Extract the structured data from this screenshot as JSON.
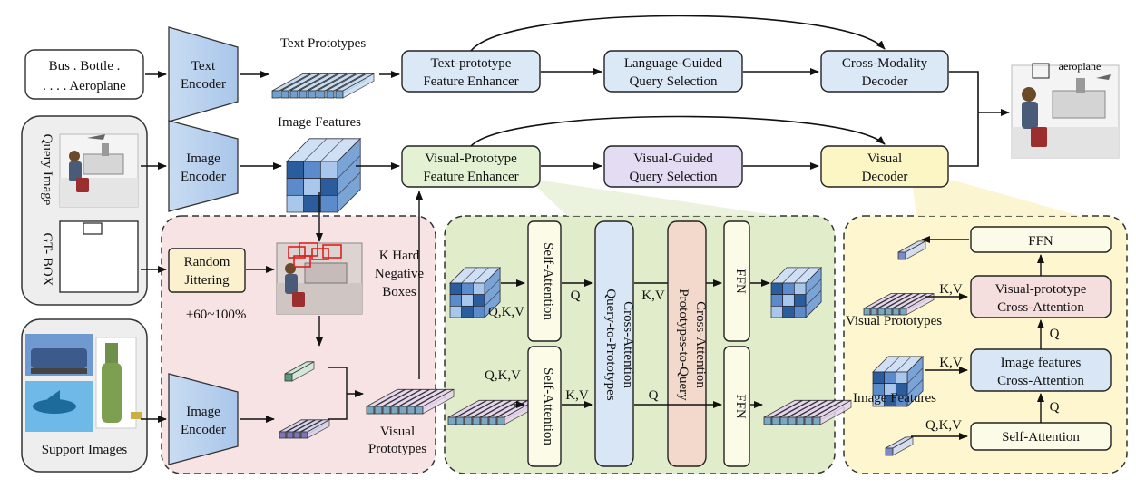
{
  "input_text": {
    "line1": "Bus . Bottle .",
    "line2": ". . . . Aeroplane"
  },
  "text_encoder": {
    "line1": "Text",
    "line2": "Encoder"
  },
  "image_encoder_top": {
    "line1": "Image",
    "line2": "Encoder"
  },
  "image_encoder_bottom": {
    "line1": "Image",
    "line2": "Encoder"
  },
  "text_prototypes_label": "Text Prototypes",
  "image_features_label": "Image Features",
  "text_enhancer": {
    "line1": "Text-prototype",
    "line2": "Feature Enhancer"
  },
  "lang_query": {
    "line1": "Language-Guided",
    "line2": "Query Selection"
  },
  "cross_modality": {
    "line1": "Cross-Modality",
    "line2": "Decoder"
  },
  "visual_enhancer": {
    "line1": "Visual-Prototype",
    "line2": "Feature Enhancer"
  },
  "visual_query": {
    "line1": "Visual-Guided",
    "line2": "Query Selection"
  },
  "visual_decoder": {
    "line1": "Visual",
    "line2": "Decoder"
  },
  "query_image_label": "Query Image",
  "gt_box_label": "GT- BOX",
  "support_images_label": "Support Images",
  "random_jittering": {
    "line1": "Random",
    "line2": "Jittering"
  },
  "jitter_range": "±60~100%",
  "hard_negatives": {
    "line1": "K Hard",
    "line2": "Negative",
    "line3": "Boxes"
  },
  "visual_prototypes_label": {
    "line1": "Visual",
    "line2": "Prototypes"
  },
  "output_label": "aeroplane",
  "green_panel": {
    "self_attention_top": "Self-Attention",
    "self_attention_bottom": "Self-Attention",
    "q2p": {
      "line1": "Query-to-Prototypes",
      "line2": "Cross-Attention"
    },
    "p2q": {
      "line1": "Prototypes-to-Query",
      "line2": "Cross-Attention"
    },
    "ffn_top": "FFN",
    "ffn_bottom": "FFN",
    "qkv_top": "Q,K,V",
    "qkv_bottom": "Q,K,V",
    "q_top": "Q",
    "kv_top": "K,V",
    "kv_bottom": "K,V",
    "q_bottom": "Q"
  },
  "yellow_panel": {
    "ffn": "FFN",
    "vp_cross": {
      "line1": "Visual-prototype",
      "line2": "Cross-Attention"
    },
    "if_cross": {
      "line1": "Image features",
      "line2": "Cross-Attention"
    },
    "self_attention": "Self-Attention",
    "visual_prototypes": "Visual Prototypes",
    "image_features": "Image Features",
    "kv1": "K,V",
    "kv2": "K,V",
    "qkv": "Q,K,V",
    "q1": "Q",
    "q2": "Q"
  },
  "colors": {
    "blue_box": "#dbe9f7",
    "green_box": "#e4f2d3",
    "purple_box": "#e4dcf3",
    "yellow_box": "#fcf5c4",
    "pink_panel": "#f7e3e3",
    "green_panel": "#e0ecca",
    "yellow_panel": "#fdf6cf",
    "pink_attn": "#f2d9cc",
    "blue_attn": "#d8e6f6",
    "cream": "#fbfbe8"
  }
}
